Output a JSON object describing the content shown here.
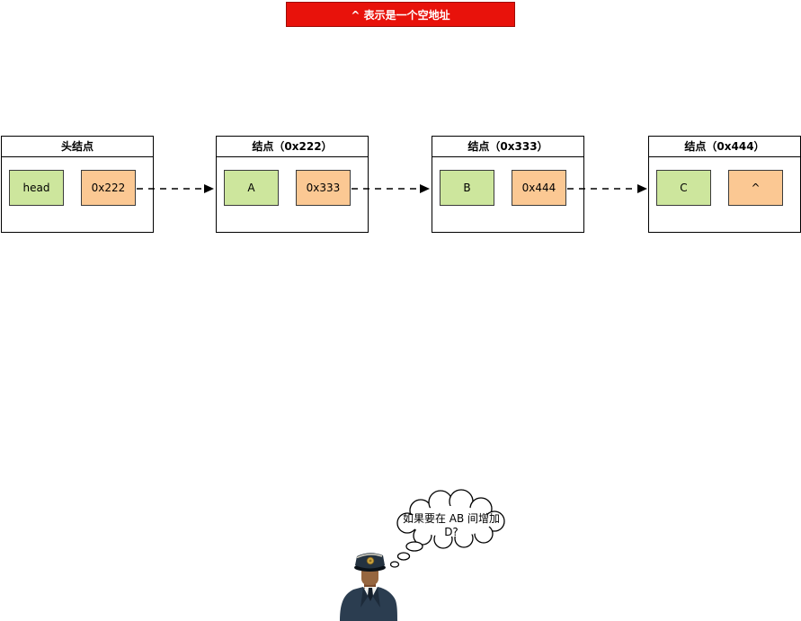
{
  "banner": {
    "label": "^ 表示是一个空地址"
  },
  "nodes": [
    {
      "title": "头结点",
      "data": "head",
      "next": "0x222"
    },
    {
      "title": "结点（0x222）",
      "data": "A",
      "next": "0x333"
    },
    {
      "title": "结点（0x333）",
      "data": "B",
      "next": "0x444"
    },
    {
      "title": "结点（0x444）",
      "data": "C",
      "next": "^"
    }
  ],
  "thought_bubble": {
    "line1": "如果要在 AB 间增加",
    "line2": "D?"
  },
  "avatar": {
    "icon": "captain-avatar"
  },
  "colors": {
    "banner_bg": "#E8120B",
    "banner_border": "#9E0B05",
    "data_box_fill": "#CDE69D",
    "pointer_box_fill": "#FBC893",
    "box_border": "#3B3B3B",
    "node_border": "#000000"
  }
}
